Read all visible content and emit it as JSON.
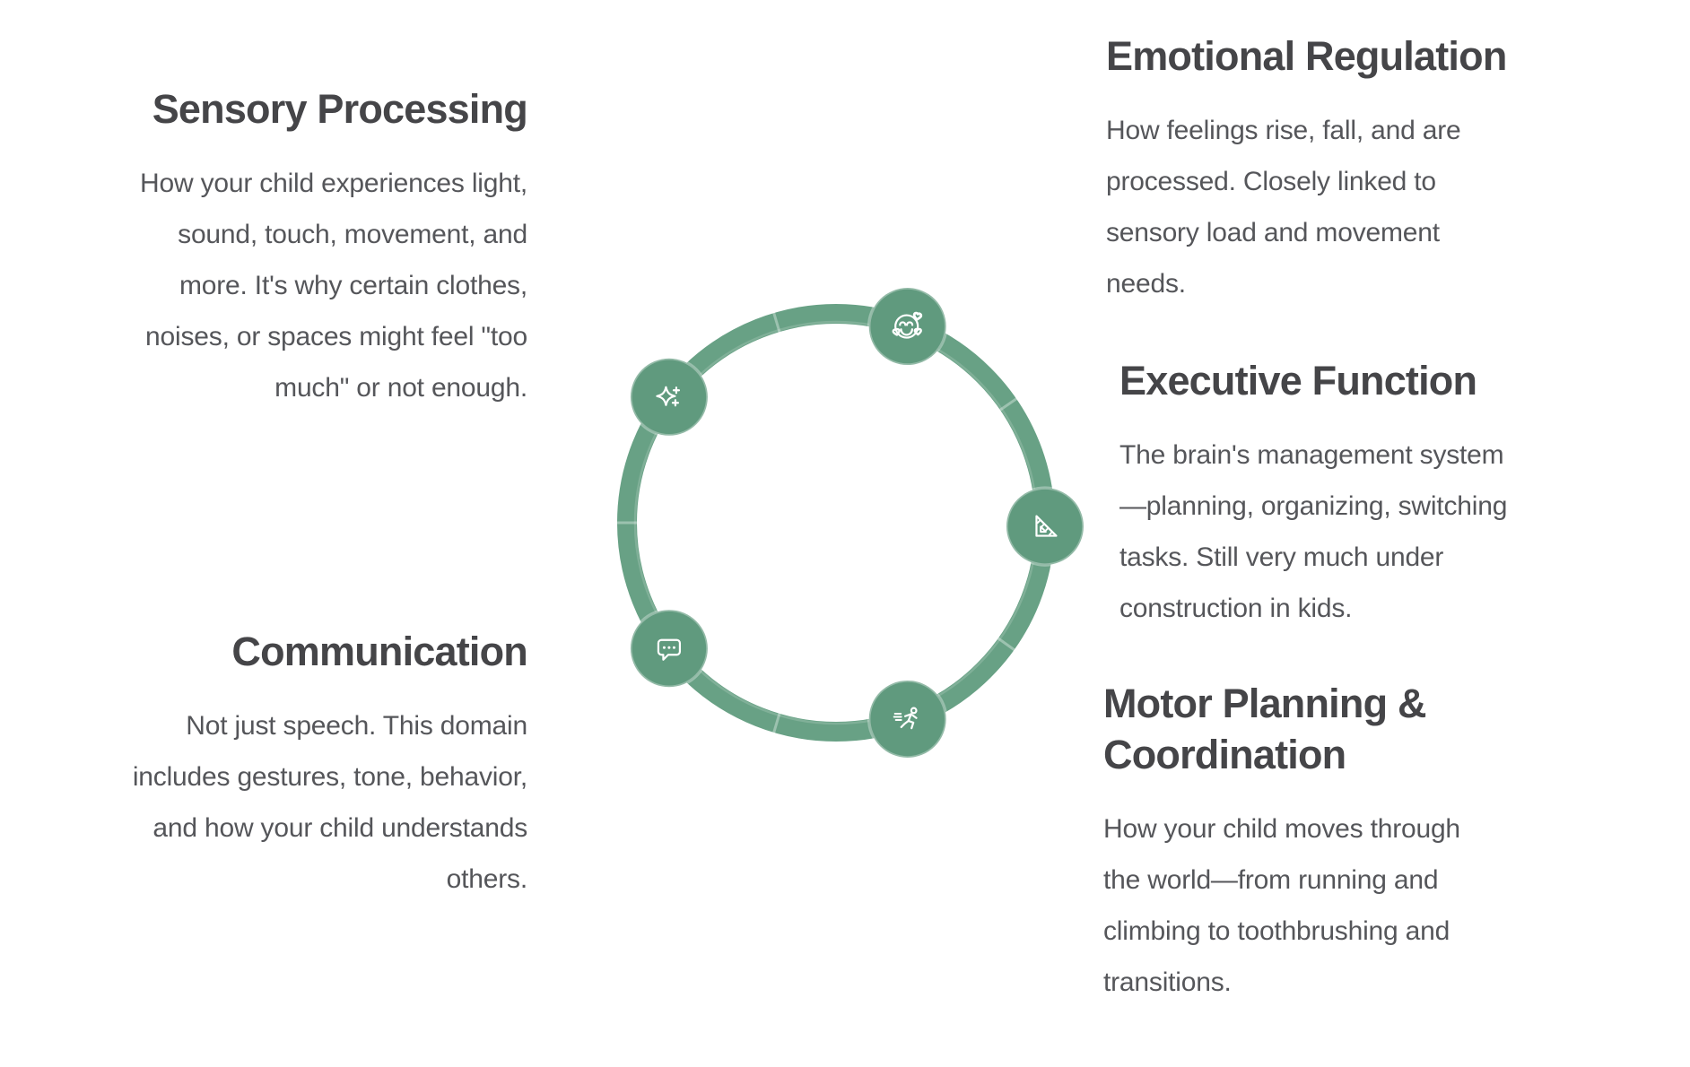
{
  "palette": {
    "background": "#ffffff",
    "ring_green": "#68a185",
    "node_green": "#609a7e",
    "node_rim": "rgba(255,255,255,0.32)",
    "segment_divider": "rgba(255,255,255,0.35)",
    "icon_stroke": "#ffffff",
    "heading_text": "#454548",
    "body_text": "#55565a"
  },
  "blocks": {
    "sensory": {
      "title": "Sensory Processing",
      "body": [
        "How your child experiences light,",
        "sound, touch, movement, and",
        "more. It's why certain clothes,",
        "noises, or spaces might feel \"too",
        "much\" or not enough."
      ]
    },
    "communication": {
      "title": "Communication",
      "body": [
        "Not just speech. This domain",
        "includes gestures, tone, behavior,",
        "and how your child understands",
        "others."
      ]
    },
    "emotional": {
      "title": "Emotional Regulation",
      "body": [
        "How feelings rise, fall, and are",
        "processed. Closely linked to",
        "sensory load and movement",
        "needs."
      ]
    },
    "executive": {
      "title": "Executive Function",
      "body": [
        "The brain's management system",
        "—planning, organizing, switching",
        "tasks. Still very much under",
        "construction in kids."
      ]
    },
    "motor": {
      "title": [
        "Motor Planning &",
        "Coordination"
      ],
      "body": [
        "How your child moves through",
        "the world—from running and",
        "climbing to toothbrushing and",
        "transitions."
      ]
    }
  },
  "diagram": {
    "nodes": [
      {
        "label": "Emotional Regulation",
        "icon": "face-hearts-icon",
        "angle": 20
      },
      {
        "label": "Executive Function",
        "icon": "triangle-ruler-icon",
        "angle": 91
      },
      {
        "label": "Motor Planning & Coordination",
        "icon": "runner-icon",
        "angle": 160
      },
      {
        "label": "Communication",
        "icon": "chat-bubble-icon",
        "angle": 233
      },
      {
        "label": "Sensory Processing",
        "icon": "sparkles-icon",
        "angle": 307
      }
    ]
  }
}
